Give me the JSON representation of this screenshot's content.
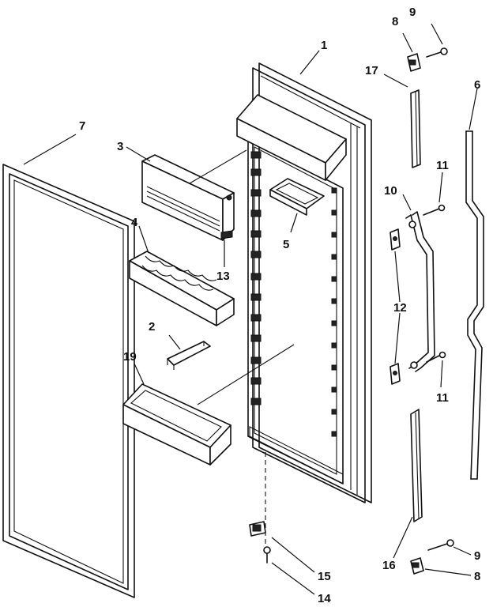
{
  "diagram": {
    "callouts": [
      "1",
      "2",
      "3",
      "4",
      "5",
      "6",
      "7",
      "8",
      "9",
      "10",
      "11",
      "12",
      "13",
      "14",
      "15",
      "16",
      "17",
      "19"
    ],
    "parts": [
      {
        "id": "door-liner",
        "callout": "1"
      },
      {
        "id": "small-bracket",
        "callout": "2"
      },
      {
        "id": "dairy-door",
        "callout": "3"
      },
      {
        "id": "egg-tray",
        "callout": "4"
      },
      {
        "id": "utility-bin",
        "callout": "5"
      },
      {
        "id": "side-gasket-strip",
        "callout": "6"
      },
      {
        "id": "door-gasket",
        "callout": "7"
      },
      {
        "id": "hinge-bracket",
        "callout": "8"
      },
      {
        "id": "screw",
        "callout": "9"
      },
      {
        "id": "door-handle",
        "callout": "10"
      },
      {
        "id": "handle-screw",
        "callout": "11"
      },
      {
        "id": "handle-mount",
        "callout": "12"
      },
      {
        "id": "dairy-hinge",
        "callout": "13"
      },
      {
        "id": "bottom-screw",
        "callout": "14"
      },
      {
        "id": "bottom-hinge-cap",
        "callout": "15"
      },
      {
        "id": "lower-trim",
        "callout": "16"
      },
      {
        "id": "upper-trim",
        "callout": "17"
      },
      {
        "id": "door-bin",
        "callout": "19"
      }
    ]
  }
}
